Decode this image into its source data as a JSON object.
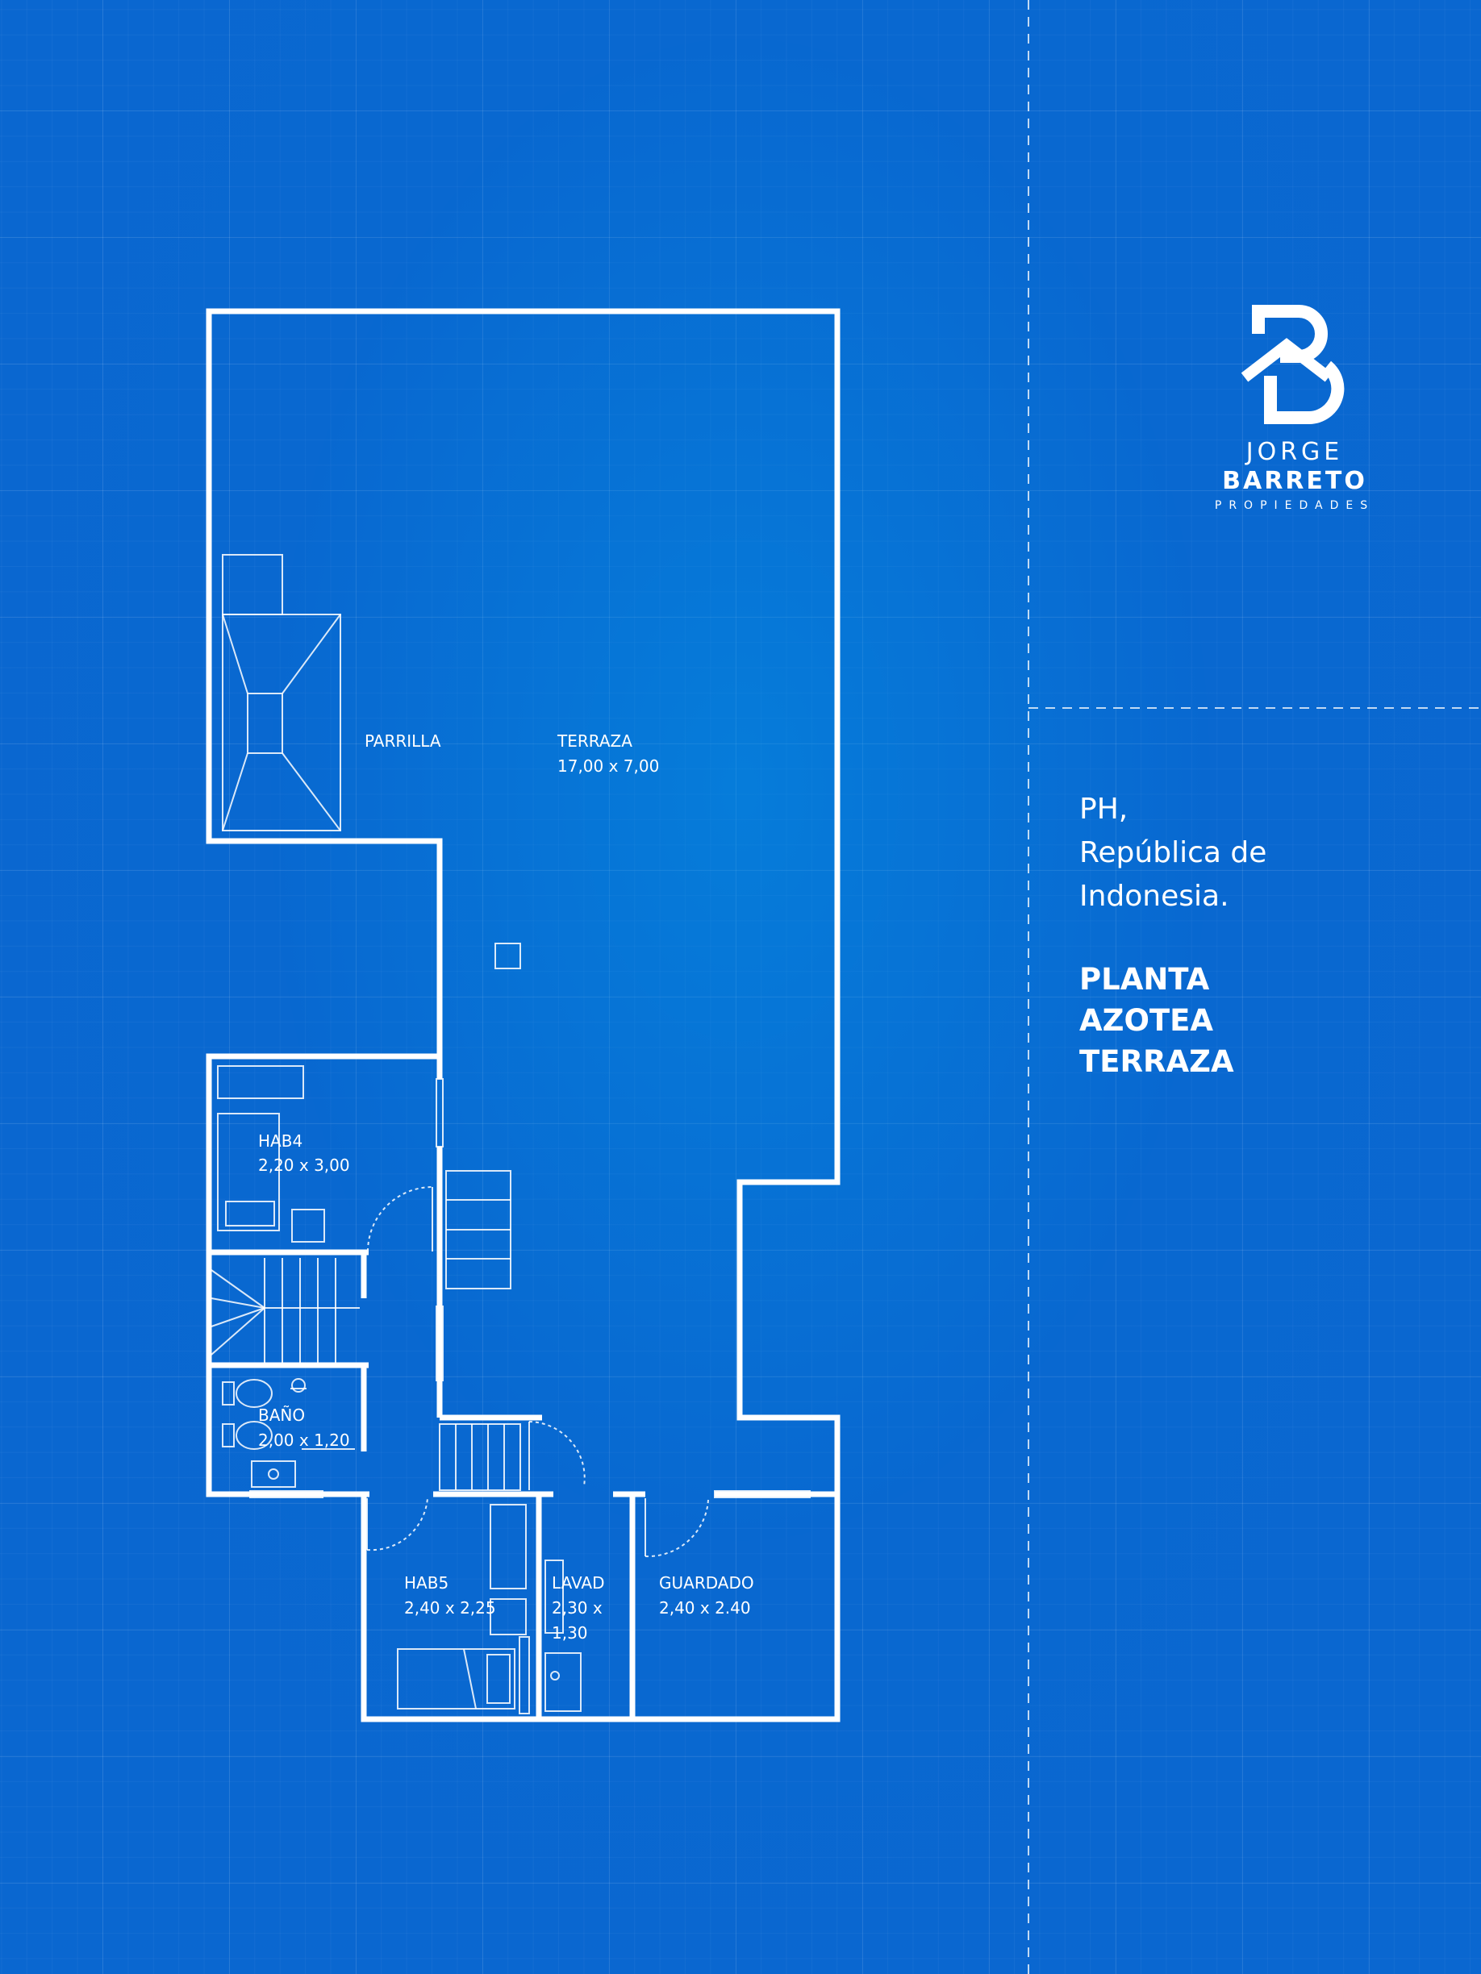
{
  "rooms": [
    {
      "key": "parrilla",
      "name": "PARRILLA",
      "dims": ""
    },
    {
      "key": "terraza",
      "name": "TERRAZA",
      "dims": "17,00 x 7,00"
    },
    {
      "key": "hab4",
      "name": "HAB4",
      "dims": "2,20 x 3,00"
    },
    {
      "key": "bano",
      "name": "BAÑO",
      "dims": "2,00 x 1,20"
    },
    {
      "key": "hab5",
      "name": "HAB5",
      "dims": "2,40 x 2,25"
    },
    {
      "key": "lavad",
      "name": "LAVAD",
      "dims": "2,30 x",
      "dims2": "1,30"
    },
    {
      "key": "guardado",
      "name": "GUARDADO",
      "dims": "2,40 x 2.40"
    }
  ],
  "brand": {
    "first": "JORGE",
    "last": "BARRETO",
    "tagline": "PROPIEDADES"
  },
  "property": {
    "type": "PH,",
    "address_line1": "República de",
    "address_line2": "Indonesia."
  },
  "plan_name": {
    "line1": "PLANTA",
    "line2": "AZOTEA",
    "line3": "TERRAZA"
  }
}
